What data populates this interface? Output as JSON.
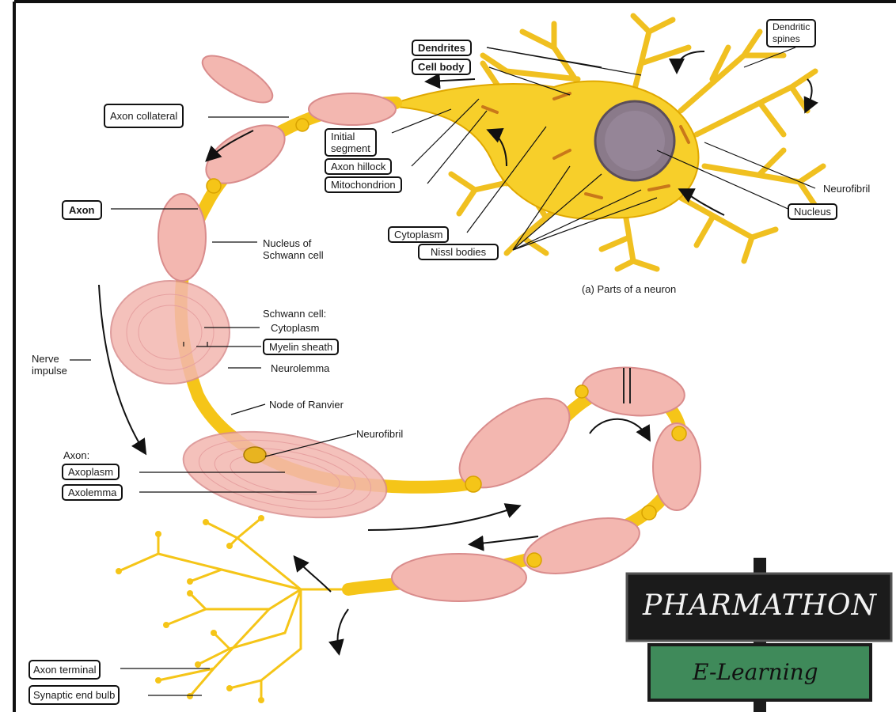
{
  "labels": {
    "dendrites": "Dendrites",
    "cell_body": "Cell body",
    "dendritic_spines": "Dendritic\nspines",
    "axon_collateral": "Axon collateral",
    "initial_segment": "Initial\nsegment",
    "axon_hillock": "Axon hillock",
    "mitochondrion": "Mitochondrion",
    "neurofibril_top": "Neurofibril",
    "nucleus": "Nucleus",
    "axon": "Axon",
    "cytoplasm_top": "Cytoplasm",
    "nissl_bodies": "Nissl bodies",
    "nucleus_of_schwann": "Nucleus of\nSchwann cell",
    "parts_caption": "(a) Parts of a neuron",
    "schwann_cell": "Schwann cell:",
    "schwann_cytoplasm": "Cytoplasm",
    "myelin_sheath": "Myelin sheath",
    "neurolemma": "Neurolemma",
    "nerve_impulse": "Nerve\nimpulse",
    "node_of_ranvier": "Node of Ranvier",
    "neurofibril_mid": "Neurofibril",
    "axon_heading": "Axon:",
    "axoplasm": "Axoplasm",
    "axolemma": "Axolemma",
    "axon_terminal": "Axon terminal",
    "synaptic_end_bulb": "Synaptic end bulb"
  },
  "logo": {
    "top_text": "PHARMATHON",
    "bottom_text": "E-Learning"
  },
  "colors": {
    "neuron_yellow": "#f5c518",
    "sheath_pink": "#f3b7b0",
    "sheath_edge": "#d98c8c",
    "nucleus": "#8a7a8a",
    "logo_dark": "#1b1b1b",
    "logo_green": "#3f8a5a"
  }
}
